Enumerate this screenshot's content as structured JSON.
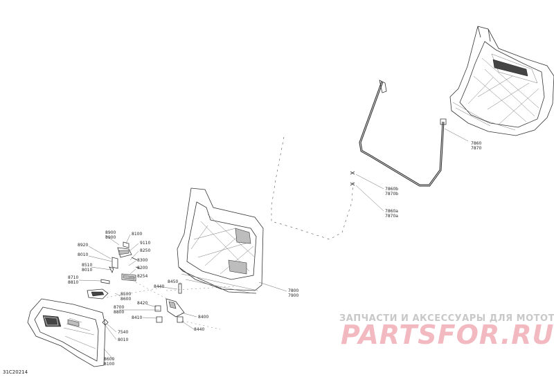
{
  "diagram": {
    "code": "31C20214",
    "watermark": {
      "tagline": "ЗАПЧАСТИ И АКСЕССУАРЫ ДЛЯ МОТОТЕХНИКИ",
      "logo": "PARTSFOR.RU"
    },
    "labels": {
      "l8900_8900": "8900",
      "l8900_8900b": "8900",
      "l8100_top": "8100",
      "l9110": "9110",
      "l8920": "8920",
      "l8010_a": "8010",
      "l8250": "8250",
      "l8300": "8300",
      "l8510": "8510",
      "l8010_b": "8010",
      "l8200": "8200",
      "l8710": "8710",
      "l8810": "8810",
      "l8254": "8254",
      "l8450": "8450",
      "l8440_a": "8440",
      "l8500": "8500",
      "l8600": "8600",
      "l8420": "8420",
      "l8700": "8700",
      "l8800": "8800",
      "l8410": "8410",
      "l8400": "8400",
      "l8440_b": "8440",
      "l7540": "7540",
      "l8010_c": "8010",
      "l8600_b": "8600",
      "l8100_b": "8100",
      "l7800": "7800",
      "l7900": "7900",
      "l7860": "7860",
      "l7870": "7870",
      "l7860b": "7860b",
      "l7870b": "7870b",
      "l7860a": "7860a",
      "l7870a": "7870a"
    }
  }
}
